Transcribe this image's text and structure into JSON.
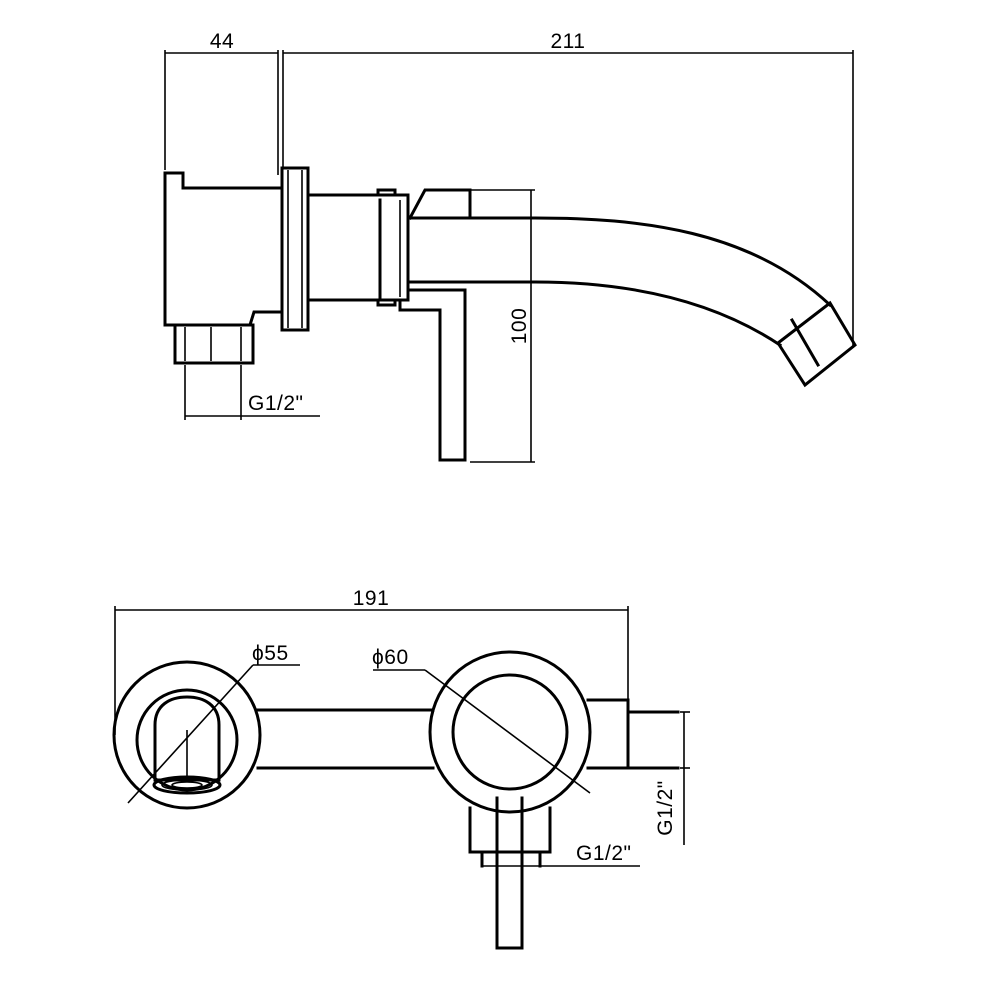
{
  "side_view": {
    "dim_depth": "44",
    "dim_length": "211",
    "dim_height": "100",
    "dim_thread": "G1/2\""
  },
  "top_view": {
    "dim_width": "191",
    "dim_spout_dia": "ϕ55",
    "dim_body_dia": "ϕ60",
    "dim_thread_bottom": "G1/2\"",
    "dim_thread_side": "G1/2\""
  }
}
